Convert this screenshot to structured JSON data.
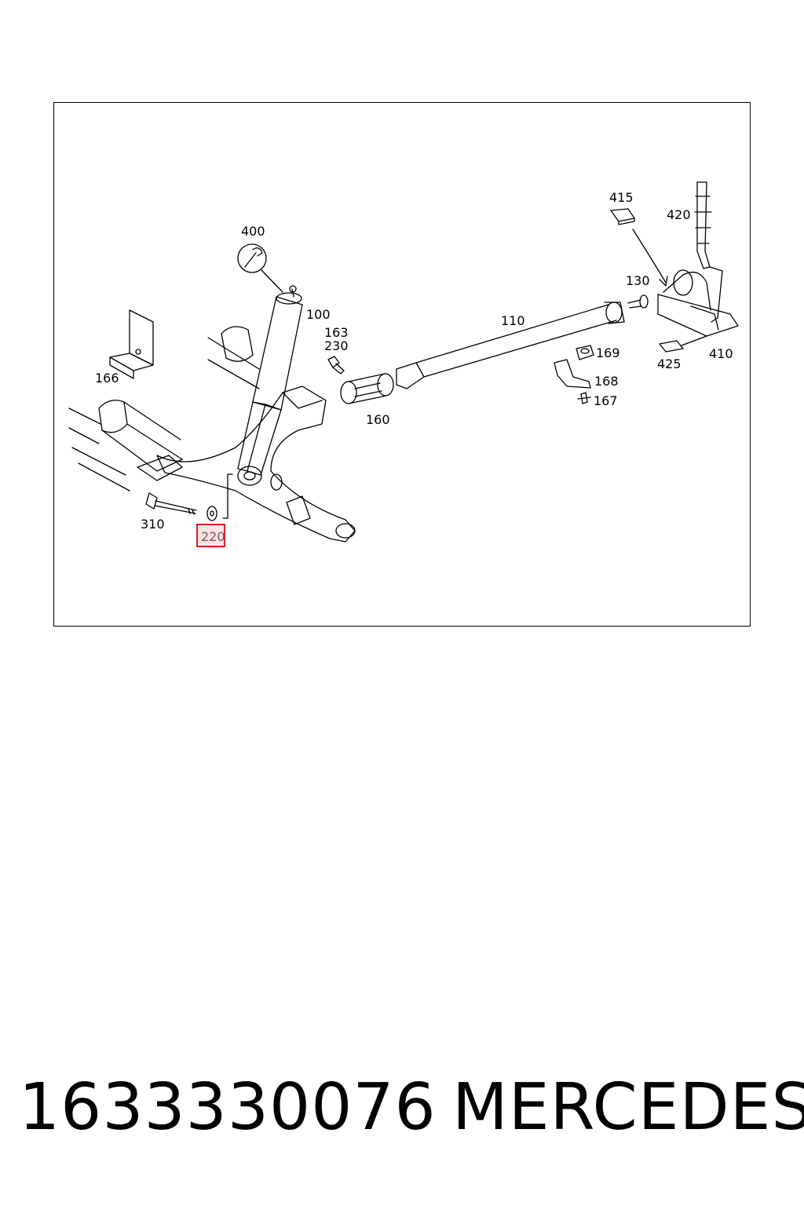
{
  "callouts": {
    "c400": "400",
    "c100": "100",
    "c163": "163",
    "c230": "230",
    "c110": "110",
    "c415": "415",
    "c420": "420",
    "c130": "130",
    "c166": "166",
    "c169": "169",
    "c168": "168",
    "c167": "167",
    "c160": "160",
    "c425": "425",
    "c410": "410",
    "c310": "310",
    "c220": "220"
  },
  "footer": {
    "part_number": "1633330076",
    "brand": "MERCEDES"
  },
  "highlight_color": "#d81e2a"
}
